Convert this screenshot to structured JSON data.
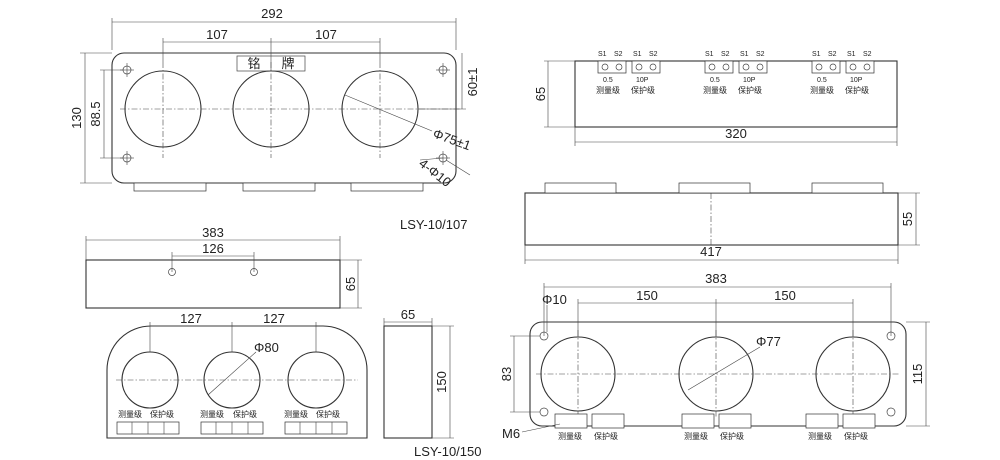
{
  "models": {
    "top": "LSY-10/107",
    "bottom": "LSY-10/150"
  },
  "plate_label": [
    "铭",
    "牌"
  ],
  "labels": {
    "s1": "S1",
    "s2": "S2",
    "acc_measure": "0.5",
    "acc_protect": "10P",
    "measure": "测量级",
    "protect": "保护级",
    "m6": "M6"
  },
  "dims_top_front": {
    "overall": "292",
    "pitch_left": "107",
    "pitch_right": "107",
    "height": "130",
    "hole_height": "88.5",
    "center_height": "60±1",
    "bore": "Φ75±1",
    "holes": "4-Φ10"
  },
  "dims_top_side": {
    "height": "65",
    "length": "320"
  },
  "dims_top_bottom": {
    "length": "417",
    "height": "55"
  },
  "dims_low_top": {
    "length": "383",
    "pitch": "126",
    "height": "65"
  },
  "dims_low_front": {
    "pitch_left": "127",
    "pitch_right": "127",
    "bore": "Φ80"
  },
  "dims_low_side": {
    "width": "65",
    "height": "150"
  },
  "dims_low_right": {
    "overall": "383",
    "pitch_left": "150",
    "pitch_right": "150",
    "hole": "Φ10",
    "hole_height": "83",
    "height": "115",
    "bore": "Φ77"
  }
}
